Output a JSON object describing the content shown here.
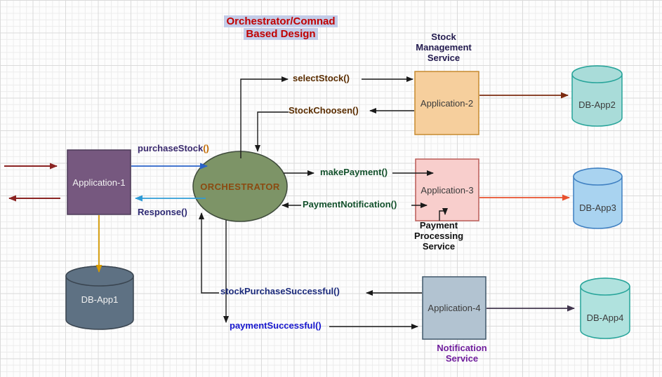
{
  "title": {
    "line1": "Orchestrator/Comnad",
    "line2": "Based Design"
  },
  "nodes": {
    "app1": {
      "label": "Application-1"
    },
    "app2": {
      "label": "Application-2"
    },
    "app3": {
      "label": "Application-3"
    },
    "app4": {
      "label": "Application-4"
    },
    "orchestrator": {
      "label": "ORCHESTRATOR"
    },
    "db1": {
      "label": "DB-App1"
    },
    "db2": {
      "label": "DB-App2"
    },
    "db3": {
      "label": "DB-App3"
    },
    "db4": {
      "label": "DB-App4"
    }
  },
  "services": {
    "stock_management": "Stock\nManagement\nService",
    "payment_processing": "Payment\nProcessing\nService",
    "notification": "Notification\nService"
  },
  "messages": {
    "purchase_stock": {
      "name": "purchaseStock",
      "parens": "()"
    },
    "response": "Response()",
    "select_stock": "selectStock()",
    "stock_choosen": "StockChoosen()",
    "make_payment": "makePayment()",
    "payment_notification": "PaymentNotification()",
    "stock_purchase_successful": "stockPurchaseSuccessful()",
    "payment_successful": "paymentSuccessful()"
  },
  "colors": {
    "title_text": "#C00000",
    "title_highlight": "#C3CCE8",
    "app1_fill": "#76587F",
    "app2_fill": "#F6CF9D",
    "app3_fill": "#F8CECC",
    "app4_fill": "#B2C3D1",
    "orchestrator_fill": "#7D9467",
    "db1_fill": "#5E7183",
    "db2_fill": "#A9DCD9",
    "db3_fill": "#A9D3F0",
    "db4_fill": "#B0E2DE",
    "arrow_black": "#1A1A1A",
    "arrow_dark_red": "#8B2423",
    "arrow_blue": "#2A63C8",
    "arrow_sky_blue": "#2E9BD6",
    "arrow_orange": "#D79B00",
    "arrow_brick": "#7C2B10",
    "arrow_orange_red": "#E8512E",
    "arrow_dark_slate": "#42364E",
    "stock_service_text": "#221A4E",
    "notification_service_text": "#6F1D9C",
    "green_label": "#12502B",
    "brown_label": "#5A2D00",
    "navy_label": "#2D2973",
    "deep_navy_label": "#1B2A7B",
    "bright_blue_label": "#1616CE"
  }
}
